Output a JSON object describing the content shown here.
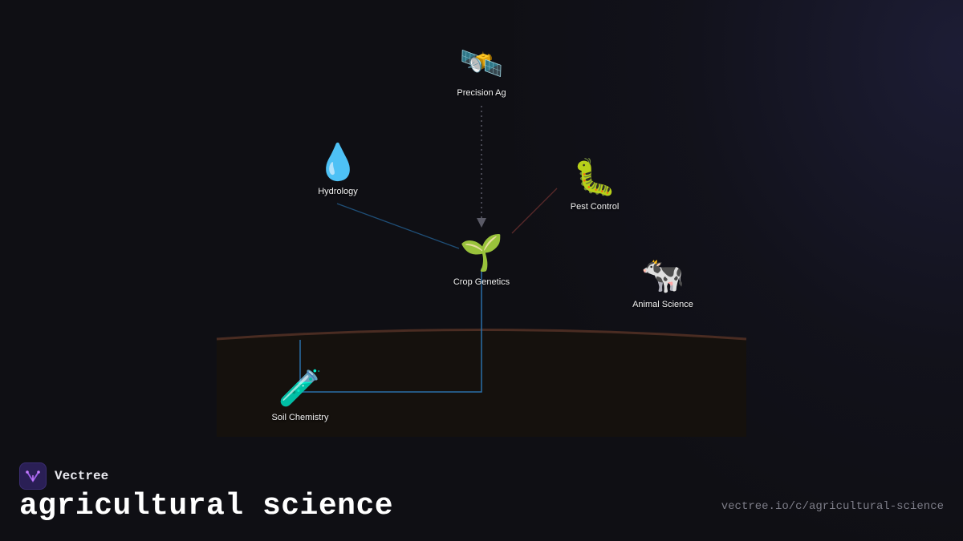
{
  "nodes": [
    {
      "id": "precision-ag",
      "label": "Precision Ag",
      "icon": "satellite-icon",
      "glyph": "🛰️"
    },
    {
      "id": "hydrology",
      "label": "Hydrology",
      "icon": "droplet-icon",
      "glyph": "💧"
    },
    {
      "id": "pest-control",
      "label": "Pest Control",
      "icon": "caterpillar-icon",
      "glyph": "🐛"
    },
    {
      "id": "crop-genetics",
      "label": "Crop Genetics",
      "icon": "seedling-icon",
      "glyph": "🌱"
    },
    {
      "id": "animal-science",
      "label": "Animal Science",
      "icon": "cow-icon",
      "glyph": "🐄"
    },
    {
      "id": "soil-chemistry",
      "label": "Soil Chemistry",
      "icon": "test-tube-icon",
      "glyph": "🧪"
    }
  ],
  "edges": [
    {
      "from": "precision-ag",
      "to": "crop-genetics",
      "style": "dotted-arrow",
      "color": "#5a5a66"
    },
    {
      "from": "hydrology",
      "to": "crop-genetics",
      "style": "solid",
      "color": "#1f4f78"
    },
    {
      "from": "pest-control",
      "to": "crop-genetics",
      "style": "solid",
      "color": "#5a2a2a"
    },
    {
      "from": "crop-genetics",
      "to": "soil-chemistry",
      "style": "elbow",
      "color": "#2a6fa8"
    }
  ],
  "colors": {
    "background": "#0f0f14",
    "soil": "#15110d",
    "soil_edge": "#4a2c22",
    "brand_logo": "#2a1f55"
  },
  "brand": {
    "name": "Vectree",
    "logo_icon": "vectree-logo-icon"
  },
  "footer": {
    "title": "agricultural science",
    "url": "vectree.io/c/agricultural-science"
  }
}
